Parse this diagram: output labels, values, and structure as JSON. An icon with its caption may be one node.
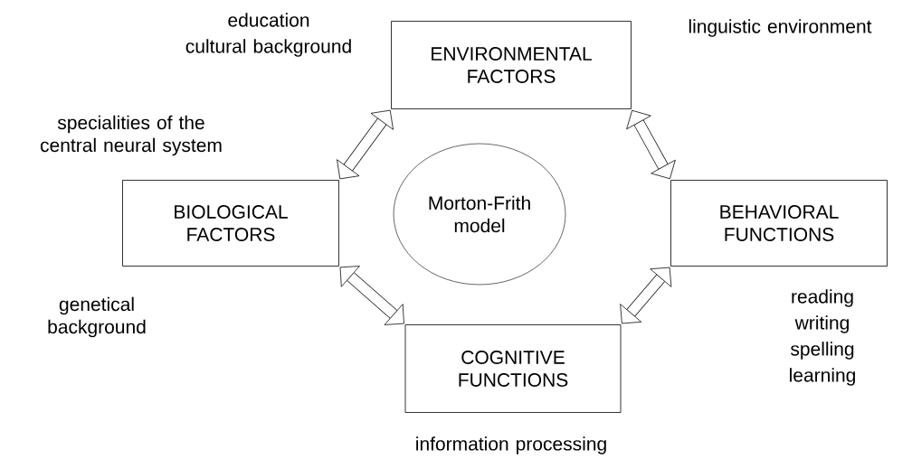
{
  "diagram": {
    "nodes": [
      {
        "text": [
          "ENVIRONMENTAL FACTORS"
        ],
        "beside": [
          "education",
          "cultural background",
          "linguistic environment"
        ]
      },
      {
        "text": [
          "BIOLOGICAL FACTORS"
        ],
        "beside": [
          "specialities of the central neural system",
          "genetical background"
        ]
      },
      {
        "text": [
          "BEHAVIORAL FUNCTIONS"
        ],
        "beside": [
          "reading",
          "writing",
          "spelling",
          "learning"
        ]
      },
      {
        "text": [
          "COGNITIVE FUNCTIONS"
        ],
        "beside": [
          "information processing"
        ]
      },
      {
        "text": [
          "Morton-Frith model"
        ]
      }
    ],
    "edges": [
      {
        "from": 0,
        "to": 1,
        "arrow": "both"
      },
      {
        "from": 0,
        "to": 2,
        "arrow": "both"
      },
      {
        "from": 1,
        "to": 3,
        "arrow": "both"
      },
      {
        "from": 3,
        "to": 2,
        "arrow": "both"
      }
    ]
  }
}
